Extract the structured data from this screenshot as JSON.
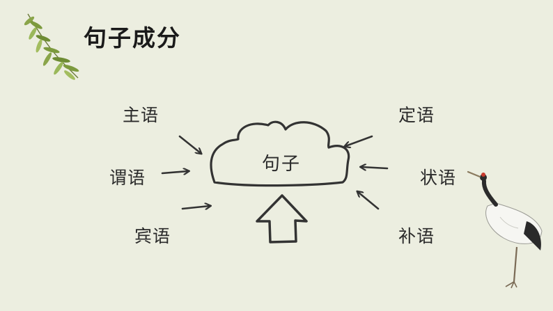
{
  "title": "句子成分",
  "center": "句子",
  "components": {
    "subject": "主语",
    "predicate": "谓语",
    "object": "宾语",
    "attributive": "定语",
    "adverbial": "状语",
    "complement": "补语"
  },
  "colors": {
    "background": "#eceee0",
    "ink": "#333333",
    "leaf": "#7a9a3a"
  },
  "icons": [
    "willow-branch-icon",
    "crane-icon",
    "cloud-icon",
    "up-arrow-icon"
  ]
}
